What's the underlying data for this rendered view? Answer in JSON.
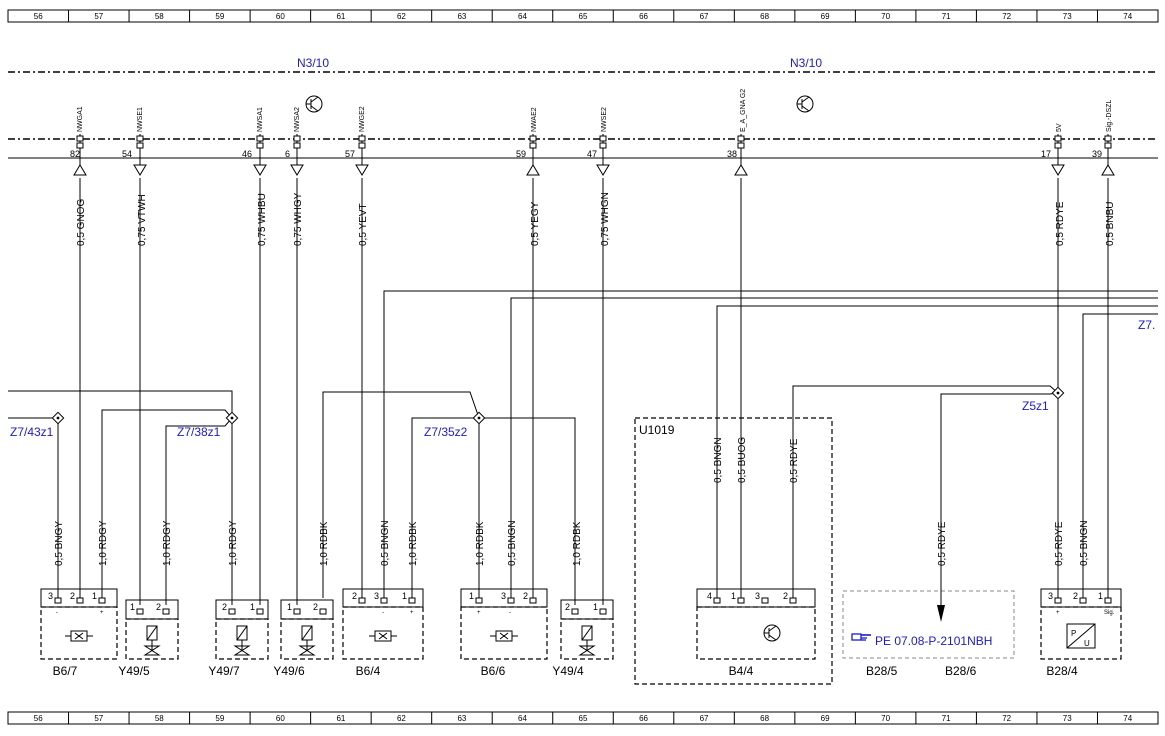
{
  "ruler": {
    "numbers": [
      "56",
      "57",
      "58",
      "59",
      "60",
      "61",
      "62",
      "63",
      "64",
      "65",
      "66",
      "67",
      "68",
      "69",
      "70",
      "71",
      "72",
      "73",
      "74"
    ]
  },
  "module": {
    "label_left": "N3/10",
    "label_right": "N3/10"
  },
  "pins": [
    {
      "id": "p82",
      "signal": "NWGA1",
      "number": "82",
      "wire": "0,5 GNOG",
      "arrow": "up"
    },
    {
      "id": "p54",
      "signal": "NWSE1",
      "number": "54",
      "wire": "0,75 VTWH",
      "arrow": "down"
    },
    {
      "id": "p46",
      "signal": "NWSA1",
      "number": "46",
      "wire": "0,75 WHBU",
      "arrow": "down"
    },
    {
      "id": "p6",
      "signal": "NWSA2",
      "number": "6",
      "wire": "0,75 WHGY",
      "arrow": "down"
    },
    {
      "id": "p57",
      "signal": "NWGE2",
      "number": "57",
      "wire": "0,5 YEVT",
      "arrow": "down"
    },
    {
      "id": "p59",
      "signal": "NWAE2",
      "number": "59",
      "wire": "0,5 YEGY",
      "arrow": "up"
    },
    {
      "id": "p47",
      "signal": "NWSE2",
      "number": "47",
      "wire": "0,75 WHGN",
      "arrow": "down"
    },
    {
      "id": "p38",
      "signal": "E_A_GNA G2",
      "number": "38",
      "wire": "",
      "arrow": "up"
    },
    {
      "id": "p17",
      "signal": "5V",
      "number": "17",
      "wire": "0,5 RDYE",
      "arrow": "down"
    },
    {
      "id": "p39",
      "signal": "Sig.-DSZL",
      "number": "39",
      "wire": "0,5 BNBU",
      "arrow": "up"
    }
  ],
  "splices": {
    "z7_43z1": "Z7/43z1",
    "z7_38z1": "Z7/38z1",
    "z7_35z2": "Z7/35z2",
    "z5z1": "Z5z1",
    "z7_edge": "Z7."
  },
  "lower_wires": {
    "b67_w1": "0,5 BNGY",
    "b67_w2": "1,0 RDGY",
    "y495_w": "1,0 RDGY",
    "y497_w": "1,0 RDGY",
    "y496_w": "1,0 RDBK",
    "b64_w1": "0,5 BNGN",
    "b64_w2": "1,0 RDBK",
    "b66_w1": "1,0 RDBK",
    "b66_w2": "0,5 BNGN",
    "y494_w": "1,0 RDBK",
    "u_w1": "0,5 BNGN",
    "u_w2": "0,5 BUOG",
    "u_w3": "0,5 RDYE",
    "b285_w": "0,5 RDYE",
    "b284_w1": "0,5 RDYE",
    "b284_w2": "0,5 BNGN"
  },
  "components": [
    {
      "id": "b67",
      "label": "B6/7",
      "pins": [
        "3",
        "2",
        "1"
      ],
      "pin_labels": [
        "-",
        "",
        "+"
      ]
    },
    {
      "id": "y495",
      "label": "Y49/5",
      "pins": [
        "1",
        "2"
      ],
      "pin_labels": [
        "",
        ""
      ]
    },
    {
      "id": "y497",
      "label": "Y49/7",
      "pins": [
        "2",
        "1"
      ],
      "pin_labels": [
        "",
        ""
      ]
    },
    {
      "id": "y496",
      "label": "Y49/6",
      "pins": [
        "1",
        "2"
      ],
      "pin_labels": [
        "",
        ""
      ]
    },
    {
      "id": "b64",
      "label": "B6/4",
      "pins": [
        "2",
        "3",
        "1"
      ],
      "pin_labels": [
        "",
        "-",
        "+"
      ]
    },
    {
      "id": "b66",
      "label": "B6/6",
      "pins": [
        "1",
        "3",
        "2"
      ],
      "pin_labels": [
        "+",
        "-",
        ""
      ]
    },
    {
      "id": "y494",
      "label": "Y49/4",
      "pins": [
        "2",
        "1"
      ],
      "pin_labels": [
        "",
        ""
      ]
    },
    {
      "id": "b44",
      "label": "B4/4",
      "pins": [
        "4",
        "1",
        "3",
        "2"
      ],
      "pin_labels": [
        "",
        "",
        "",
        ""
      ]
    },
    {
      "id": "b284",
      "label": "B28/4",
      "pins": [
        "3",
        "2",
        "1"
      ],
      "pin_labels": [
        "+",
        "",
        "Sig."
      ]
    }
  ],
  "u1019": {
    "label": "U1019"
  },
  "b285": {
    "label": "B28/5"
  },
  "b286": {
    "label": "B28/6",
    "reference": "PE 07.08-P-2101NBH"
  },
  "colors": {
    "blue": "#1a1ad4",
    "gray": "#888888",
    "black": "#000000"
  }
}
